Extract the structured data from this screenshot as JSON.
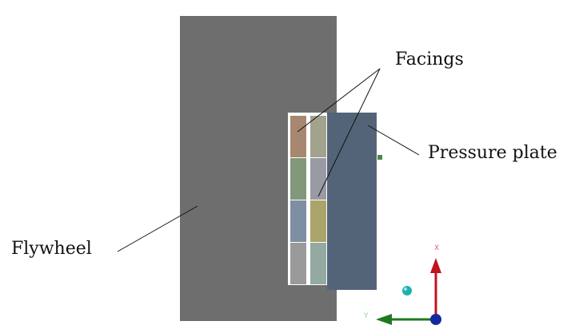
{
  "labels": {
    "facings": "Facings",
    "pressure_plate": "Pressure plate",
    "flywheel": "Flywheel"
  },
  "triad": {
    "x_axis": "X",
    "y_axis": "Y"
  },
  "colors": {
    "flywheel": "#6e6e6e",
    "pressure_plate": "#546478",
    "x_axis": "#c0141e",
    "y_axis": "#1e7a1e",
    "origin": "#1428a0",
    "marker": "#20b0b0"
  },
  "facing_blocks_left": [
    "#a88770",
    "#82987a",
    "#7f8fa3",
    "#9a9a9a"
  ],
  "facing_blocks_right": [
    "#a1a38c",
    "#9a9aa5",
    "#aaa46a",
    "#93a9a1"
  ]
}
